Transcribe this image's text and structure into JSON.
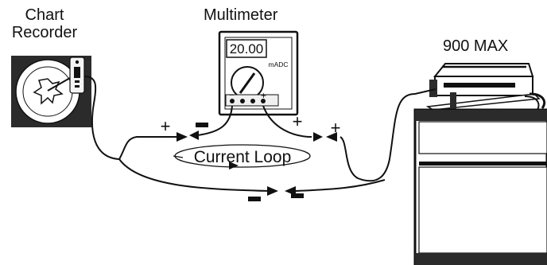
{
  "labels": {
    "chart_recorder_line1": "Chart",
    "chart_recorder_line2": "Recorder",
    "multimeter": "Multimeter",
    "analyzer": "900 MAX",
    "current_loop": "Current Loop",
    "meter_reading": "20.00",
    "meter_unit": "mADC"
  },
  "polarity": {
    "plus": "+",
    "minus": "−"
  },
  "colors": {
    "ink": "#111111",
    "paper": "#ffffff",
    "recorder_body": "#2b2b2b"
  }
}
